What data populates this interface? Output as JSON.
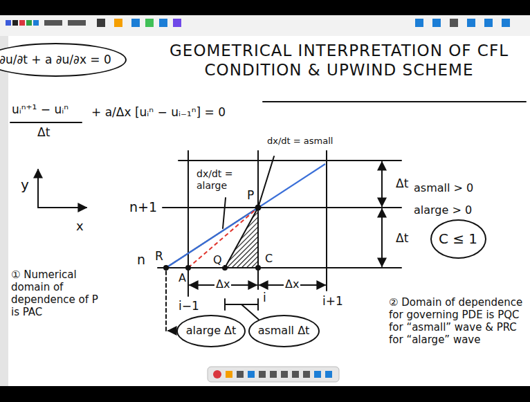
{
  "diagram": {
    "title": "GEOMETRICAL INTERPRETATION OF CFL CONDITION & UPWIND SCHEME",
    "nodes": [
      {
        "text": [
          "∂u/∂t + a ∂u/∂x = 0"
        ]
      },
      {
        "text": [
          "C ≤ 1"
        ]
      },
      {
        "text": [
          "alarge Δt"
        ]
      },
      {
        "text": [
          "asmall Δt"
        ]
      }
    ],
    "labels": [
      "uᵢⁿ⁺¹ − uᵢⁿ",
      "Δt",
      "+ a/Δx [uᵢⁿ − uᵢ₋₁ⁿ] = 0",
      "y",
      "x",
      "n+1",
      "n",
      "R",
      "A",
      "Q",
      "P",
      "C",
      "Δt",
      "Δt",
      "asmall > 0",
      "alarge > 0",
      "Δx",
      "Δx",
      "i−1",
      "i",
      "i+1",
      "dx/dt = alarge",
      "dx/dt = asmall",
      "① Numerical domain of dependence of P is PAC",
      "② Domain of dependence for governing PDE is PQC for “asmall” wave & PRC for “alarge” wave"
    ]
  }
}
